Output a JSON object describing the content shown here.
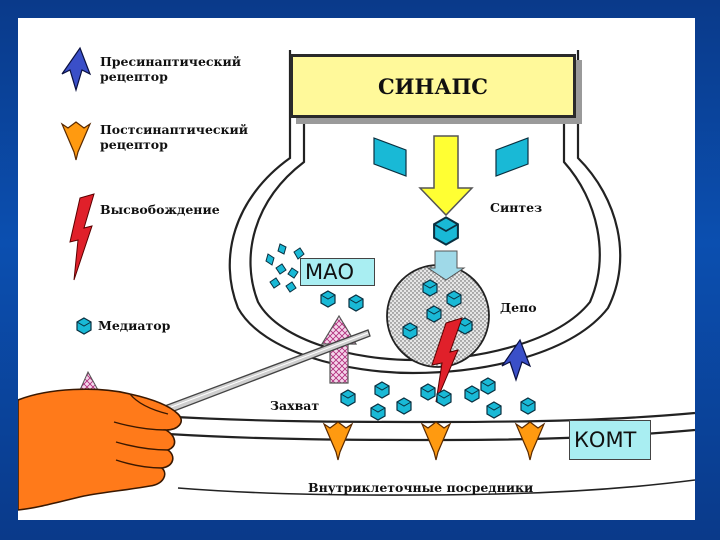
{
  "title": "СИНАПС",
  "legend": {
    "presynaptic": "Пресинаптический\nрецептор",
    "postsynaptic": "Постсинаптический\nрецептор",
    "release": "Высвобождение",
    "mediator": "Медиатор"
  },
  "labels": {
    "synthesis": "Синтез",
    "mao": "МАО",
    "depot": "Депо",
    "uptake": "Захват",
    "comt": "КОМТ",
    "intracellular": "Внутриклеточные посредники"
  },
  "colors": {
    "background": "#0b4fb0",
    "title_fill": "#fff99a",
    "yellow_arrow": "#ffff33",
    "mediator_cube": "#19b9d6",
    "presynaptic_receptor": "#3a4fc8",
    "postsynaptic_receptor": "#ff9a10",
    "release": "#e0202a",
    "enzyme_box": "#a9eef2",
    "hand": "#ff7a1a"
  }
}
